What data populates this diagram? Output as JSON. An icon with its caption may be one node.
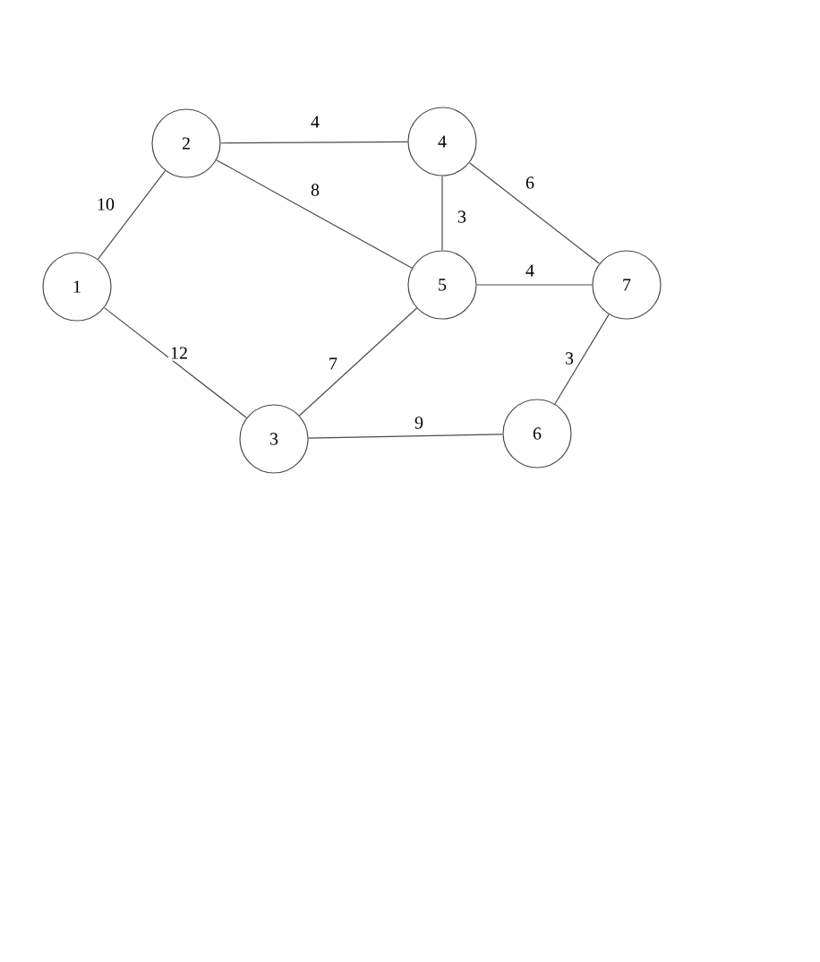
{
  "diagram": {
    "nodes": [
      {
        "text": [
          "2"
        ]
      },
      {
        "text": [
          "4"
        ]
      },
      {
        "text": [
          "1"
        ]
      },
      {
        "text": [
          "5"
        ]
      },
      {
        "text": [
          "7"
        ]
      },
      {
        "text": [
          "3"
        ]
      },
      {
        "text": [
          "6"
        ]
      }
    ],
    "edges": [
      {
        "from": 2,
        "to": 0,
        "arrow": "none",
        "label": "10"
      },
      {
        "from": 2,
        "to": 5,
        "arrow": "none",
        "label": "12"
      },
      {
        "from": 0,
        "to": 1,
        "arrow": "none",
        "label": "4"
      },
      {
        "from": 0,
        "to": 3,
        "arrow": "none",
        "label": "8"
      },
      {
        "from": 1,
        "to": 3,
        "arrow": "none",
        "label": "3"
      },
      {
        "from": 1,
        "to": 4,
        "arrow": "none",
        "label": "6"
      },
      {
        "from": 3,
        "to": 4,
        "arrow": "none",
        "label": "4"
      },
      {
        "from": 3,
        "to": 5,
        "arrow": "none",
        "label": "7"
      },
      {
        "from": 5,
        "to": 6,
        "arrow": "none",
        "label": "9"
      },
      {
        "from": 4,
        "to": 6,
        "arrow": "none",
        "label": "3"
      }
    ]
  }
}
